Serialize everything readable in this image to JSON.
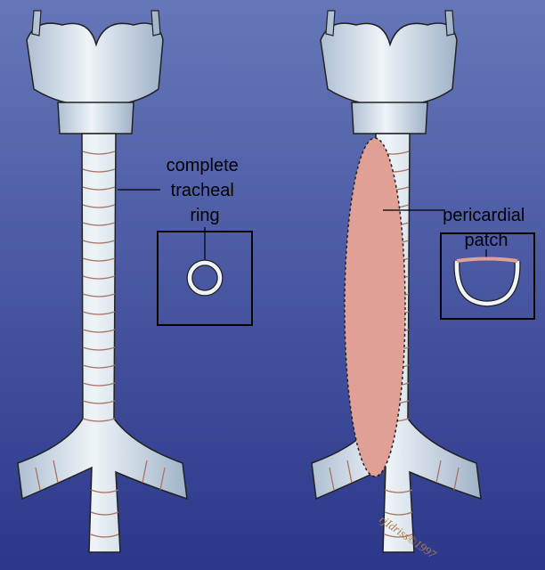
{
  "colors": {
    "background_top": "#6577b8",
    "background_bottom": "#2c378a",
    "cartilage": "#d8e4ee",
    "patch": "#e0a096",
    "ring_lines": "#b58476"
  },
  "left_panel": {
    "label_lines": [
      "complete",
      "tracheal",
      "ring"
    ]
  },
  "right_panel": {
    "label_lines": [
      "pericardial",
      "patch"
    ]
  },
  "signature": "rjIdriss©1997"
}
